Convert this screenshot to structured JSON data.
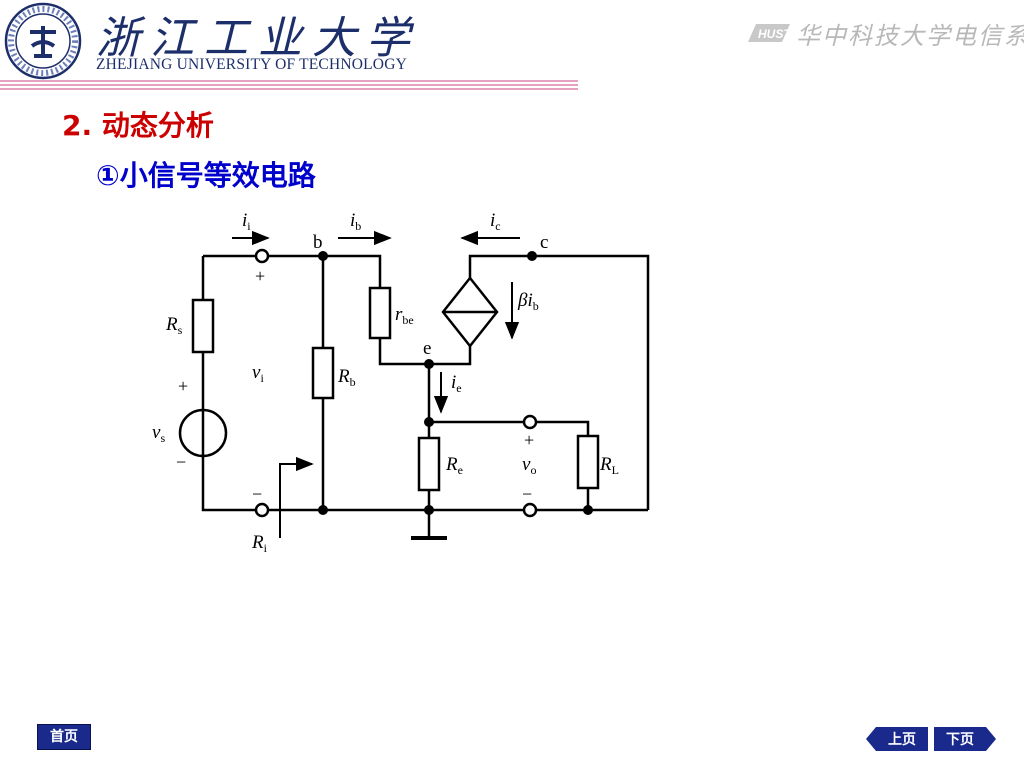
{
  "header": {
    "university_name_cn": "浙江工业大学",
    "university_name_en": "ZHEJIANG UNIVERSITY OF TECHNOLOGY",
    "department_cn": "华中科技大学电信系",
    "hust_logo_text": "HUST"
  },
  "content": {
    "section_title": "2. 动态分析",
    "subsection_title": "①小信号等效电路"
  },
  "circuit": {
    "node_b": "b",
    "node_c": "c",
    "node_e": "e",
    "current_ii": "i",
    "current_ii_sub": "i",
    "current_ib": "i",
    "current_ib_sub": "b",
    "current_ic": "i",
    "current_ic_sub": "c",
    "current_ie": "i",
    "current_ie_sub": "e",
    "controlled_source": "βi",
    "controlled_source_sub": "b",
    "rs": "R",
    "rs_sub": "s",
    "rb": "R",
    "rb_sub": "b",
    "rbe": "r",
    "rbe_sub": "be",
    "re": "R",
    "re_sub": "e",
    "rl": "R",
    "rl_sub": "L",
    "vs": "v",
    "vs_sub": "s",
    "vi": "v",
    "vi_sub": "i",
    "vo": "v",
    "vo_sub": "o",
    "ri": "R",
    "ri_sub": "i",
    "plus": "+",
    "minus": "−"
  },
  "nav": {
    "home_label": "首页",
    "prev_label": "上页",
    "next_label": "下页"
  },
  "colors": {
    "navy": "#1d2f6b",
    "title_red": "#cc0000",
    "subtitle_blue": "#0000cc",
    "nav_blue": "#1a2a8c"
  }
}
